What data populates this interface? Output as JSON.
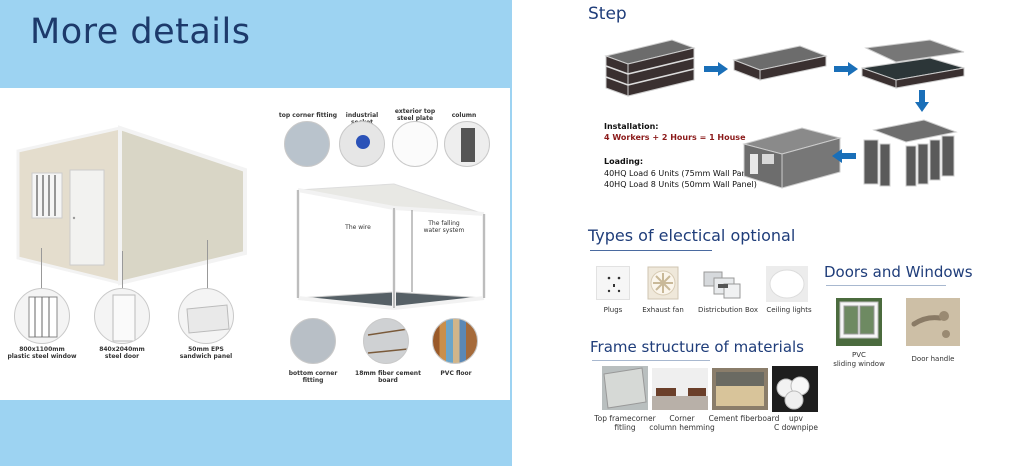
{
  "left": {
    "title": "More details",
    "container_callouts": [
      {
        "line1": "800x1100mm",
        "line2": "plastic steel window"
      },
      {
        "line1": "840x2040mm",
        "line2": "steel door"
      },
      {
        "line1": "50mm EPS",
        "line2": "sandwich panel"
      }
    ],
    "frame_top_callouts": [
      "top corner fitting",
      "industrial socket",
      "exterior top steel plate",
      "column"
    ],
    "frame_inline_labels": {
      "wire": "The wire",
      "falling_water": "The falling water system"
    },
    "frame_bottom_callouts": [
      "bottom corner fitting",
      "18mm fiber cement board",
      "PVC floor"
    ]
  },
  "right": {
    "step_title": "Step",
    "installation": {
      "label": "Installation:",
      "value": "4 Workers + 2 Hours = 1 House"
    },
    "loading": {
      "label": "Loading:",
      "lines": [
        "40HQ Load 6 Units (75mm Wall Panel)",
        "40HQ Load 8 Units (50mm Wall Panel)"
      ]
    },
    "electrical": {
      "title": "Types of electical optional",
      "items": [
        "Plugs",
        "Exhaust fan",
        "Districbution Box",
        "Ceiling lights"
      ]
    },
    "doors_windows": {
      "title": "Doors and Windows",
      "items": [
        {
          "line1": "PVC",
          "line2": "sliding window"
        },
        {
          "line1": "Door handle",
          "line2": ""
        }
      ]
    },
    "frame_materials": {
      "title": "Frame structure of materials",
      "items": [
        {
          "line1": "Top framecorner",
          "line2": "fitling"
        },
        {
          "line1": "Corner",
          "line2": "column hemming"
        },
        {
          "line1": "Cement fiberboard",
          "line2": ""
        },
        {
          "line1": "upv",
          "line2": "C downpipe"
        }
      ]
    }
  },
  "colors": {
    "header_blue": "#9dd3f2",
    "title_navy": "#1d3a6b",
    "arrow_blue": "#1a6fb8",
    "install_red": "#8b1a1a"
  }
}
